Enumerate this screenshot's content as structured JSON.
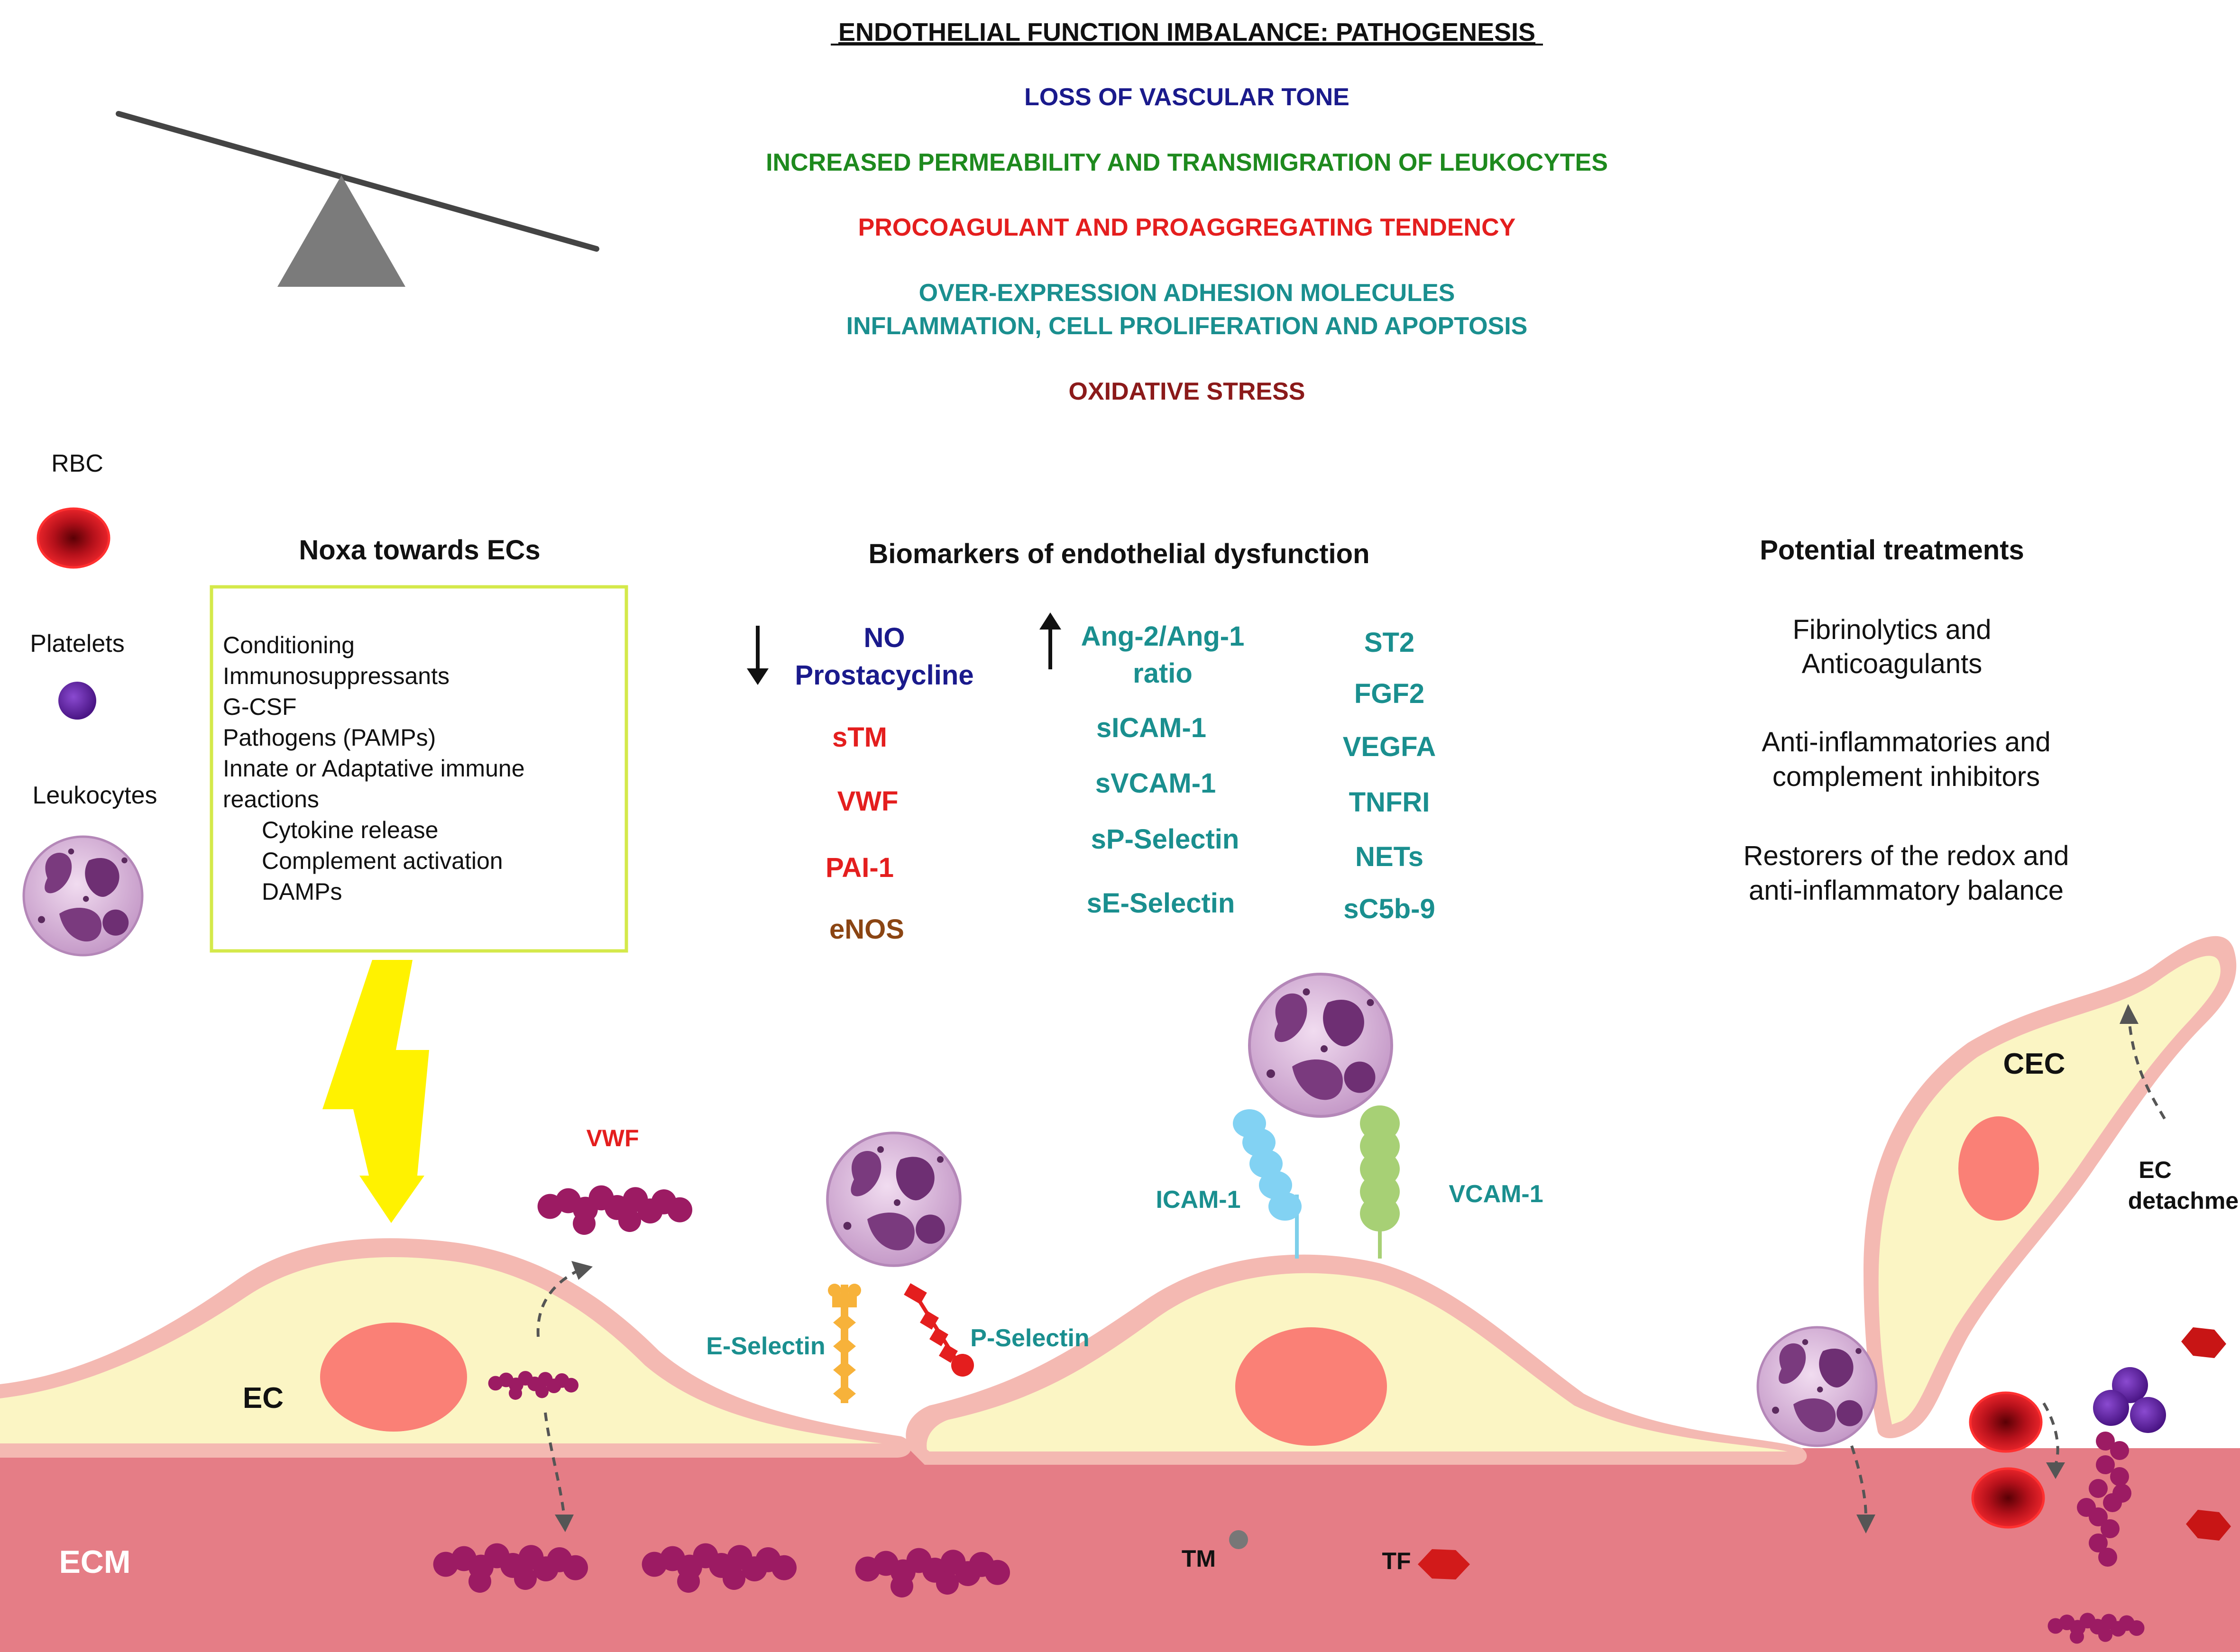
{
  "header": {
    "title": "ENDOTHELIAL FUNCTION IMBALANCE: PATHOGENESIS",
    "lines": [
      {
        "text": "LOSS OF VASCULAR TONE",
        "color": "#1a1a8c"
      },
      {
        "text": "INCREASED PERMEABILITY AND TRANSMIGRATION OF LEUKOCYTES",
        "color": "#1e8a1e"
      },
      {
        "text": "PROCOAGULANT AND PROAGGREGATING TENDENCY",
        "color": "#e41e1e"
      },
      {
        "text": "OVER-EXPRESSION ADHESION MOLECULES",
        "color": "#1a8f8f"
      },
      {
        "text": "INFLAMMATION, CELL PROLIFERATION  AND APOPTOSIS",
        "color": "#1a8f8f"
      },
      {
        "text": "OXIDATIVE STRESS",
        "color": "#8b1a1a"
      }
    ]
  },
  "legend": {
    "rbc": "RBC",
    "platelets": "Platelets",
    "leukocytes": "Leukocytes"
  },
  "noxa": {
    "title": "Noxa towards ECs",
    "items": [
      "Conditioning",
      "Immunosuppressants",
      "G-CSF",
      "Pathogens (PAMPs)",
      "Innate or Adaptative immune",
      "reactions"
    ],
    "subitems": [
      "Cytokine release",
      "Complement activation",
      "DAMPs"
    ]
  },
  "biomarkers": {
    "title": "Biomarkers of endothelial dysfunction",
    "decreased": [
      {
        "text": "NO",
        "color": "#1a1a8c"
      },
      {
        "text": "Prostacycline",
        "color": "#1a1a8c"
      }
    ],
    "col1": [
      {
        "text": "sTM",
        "color": "#e41e1e"
      },
      {
        "text": "VWF",
        "color": "#e41e1e"
      },
      {
        "text": "PAI-1",
        "color": "#e41e1e"
      },
      {
        "text": "eNOS",
        "color": "#8b4513"
      }
    ],
    "increased_head": [
      "Ang-2/Ang-1",
      "ratio"
    ],
    "col2": [
      "sICAM-1",
      "sVCAM-1",
      "sP-Selectin",
      "sE-Selectin"
    ],
    "col3": [
      "ST2",
      "FGF2",
      "VEGFA",
      "TNFRI",
      "NETs",
      "sC5b-9"
    ],
    "teal": "#1a8f8f"
  },
  "treatments": {
    "title": "Potential treatments",
    "items": [
      [
        "Fibrinolytics and",
        "Anticoagulants"
      ],
      [
        "Anti-inflammatories and",
        "complement inhibitors"
      ],
      [
        "Restorers of the redox and",
        "anti-inflammatory balance"
      ]
    ]
  },
  "scene": {
    "vwf": "VWF",
    "ec": "EC",
    "e_selectin": "E-Selectin",
    "p_selectin": "P-Selectin",
    "icam": "ICAM-1",
    "vcam": "VCAM-1",
    "cec": "CEC",
    "ec_detachment": [
      "EC",
      "detachment"
    ],
    "ecm": "ECM",
    "tm": "TM",
    "tf": "TF"
  },
  "colors": {
    "ecm": "#e57d86",
    "cell_fill": "#fbf5c4",
    "cell_border": "#f4b9b2",
    "nucleus": "#fa8076",
    "vwf": "#9c1b63",
    "bolt": "#fff200",
    "noxa_border": "#d4e94a",
    "rbc": "#c8141a",
    "platelet": "#5a1a9a",
    "leuko": "#d9b3dc"
  }
}
